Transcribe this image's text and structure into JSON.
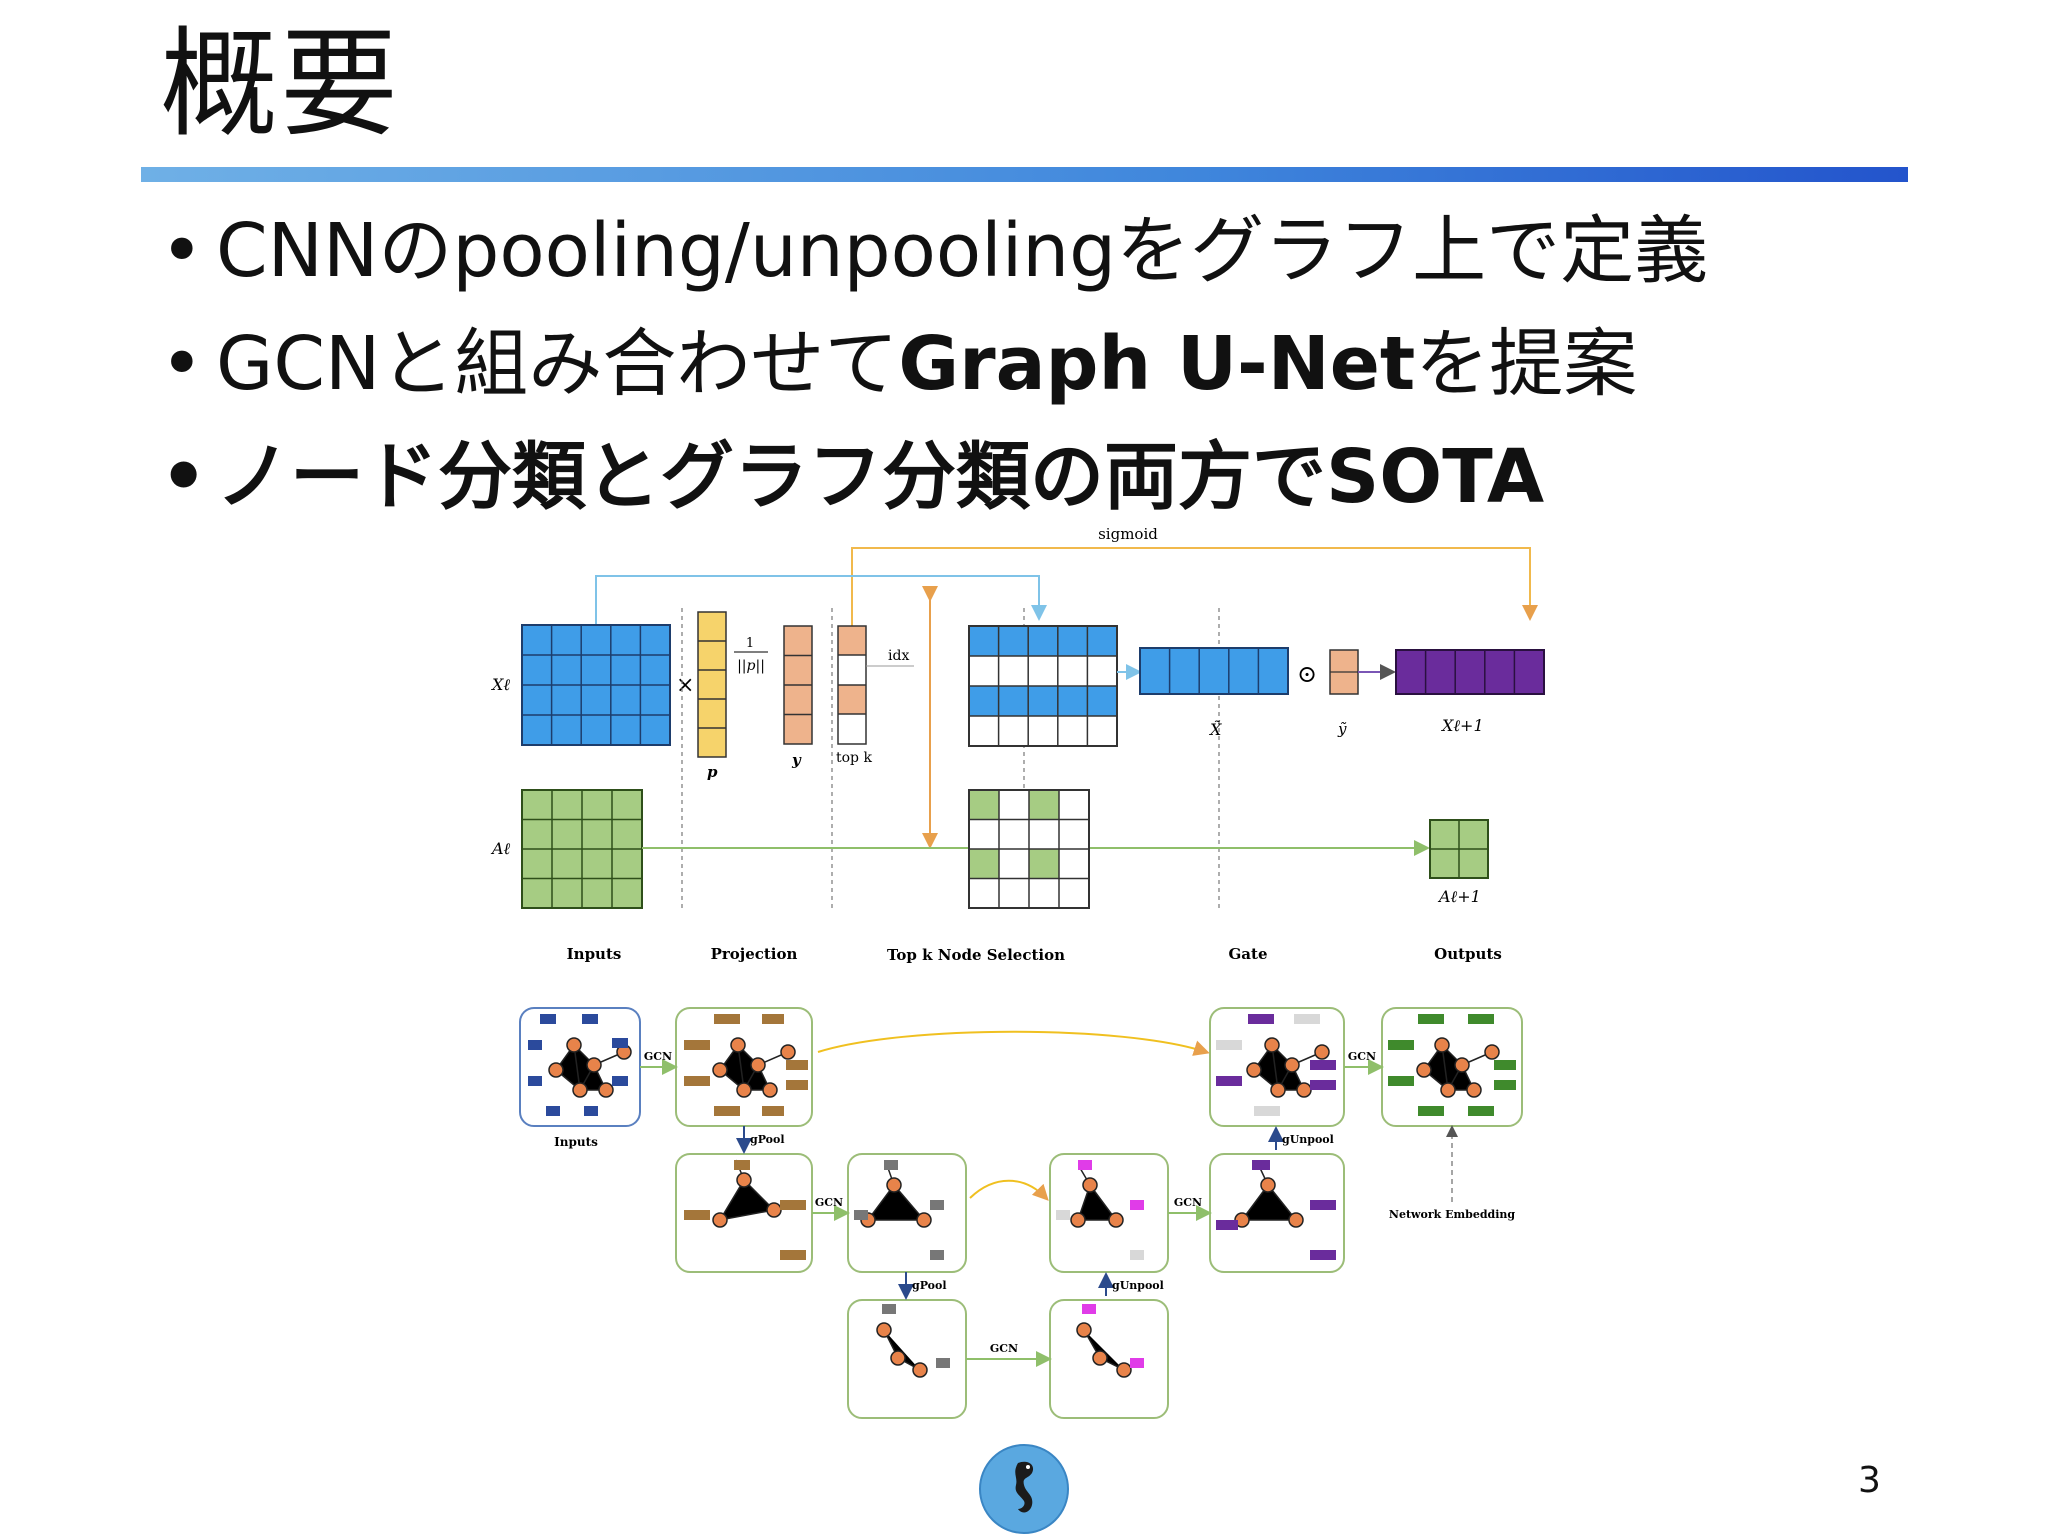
{
  "slide": {
    "title": "概要",
    "page_number": "3",
    "bullets": [
      {
        "prefix": "CNNのpooling/unpoolingをグラフ上で定義",
        "bold": "",
        "suffix": "",
        "all_bold": false
      },
      {
        "prefix": "GCNと組み合わせて",
        "bold": "Graph U-Net",
        "suffix": "を提案",
        "all_bold": false
      },
      {
        "prefix": "ノード分類とグラフ分類の両方でSOTA",
        "bold": "",
        "suffix": "",
        "all_bold": true
      }
    ],
    "logo_icon": "seahorse-icon"
  },
  "figure_top": {
    "sigmoid": "sigmoid",
    "x_label": "Xℓ",
    "a_label": "Aℓ",
    "times": "×",
    "frac_num": "1",
    "frac_den": "||p||",
    "p_label": "p",
    "y_label": "y",
    "idx_label": "idx",
    "topk_label": "top k",
    "xtilde_label": "X̃",
    "ytilde_label": "ỹ",
    "odot": "⊙",
    "xout_label": "Xℓ+1",
    "aout_label": "Aℓ+1",
    "sections": [
      "Inputs",
      "Projection",
      "Top k Node Selection",
      "Gate",
      "Outputs"
    ],
    "colors": {
      "blue": "#3f9de8",
      "yellow": "#f6d36b",
      "orange": "#eeb38c",
      "green": "#a6cc83",
      "purple": "#6a2c9c"
    }
  },
  "figure_bottom": {
    "inputs_label": "Inputs",
    "gcn": "GCN",
    "gpool": "gPool",
    "gunpool": "gUnpool",
    "network_embedding": "Network Embedding"
  }
}
